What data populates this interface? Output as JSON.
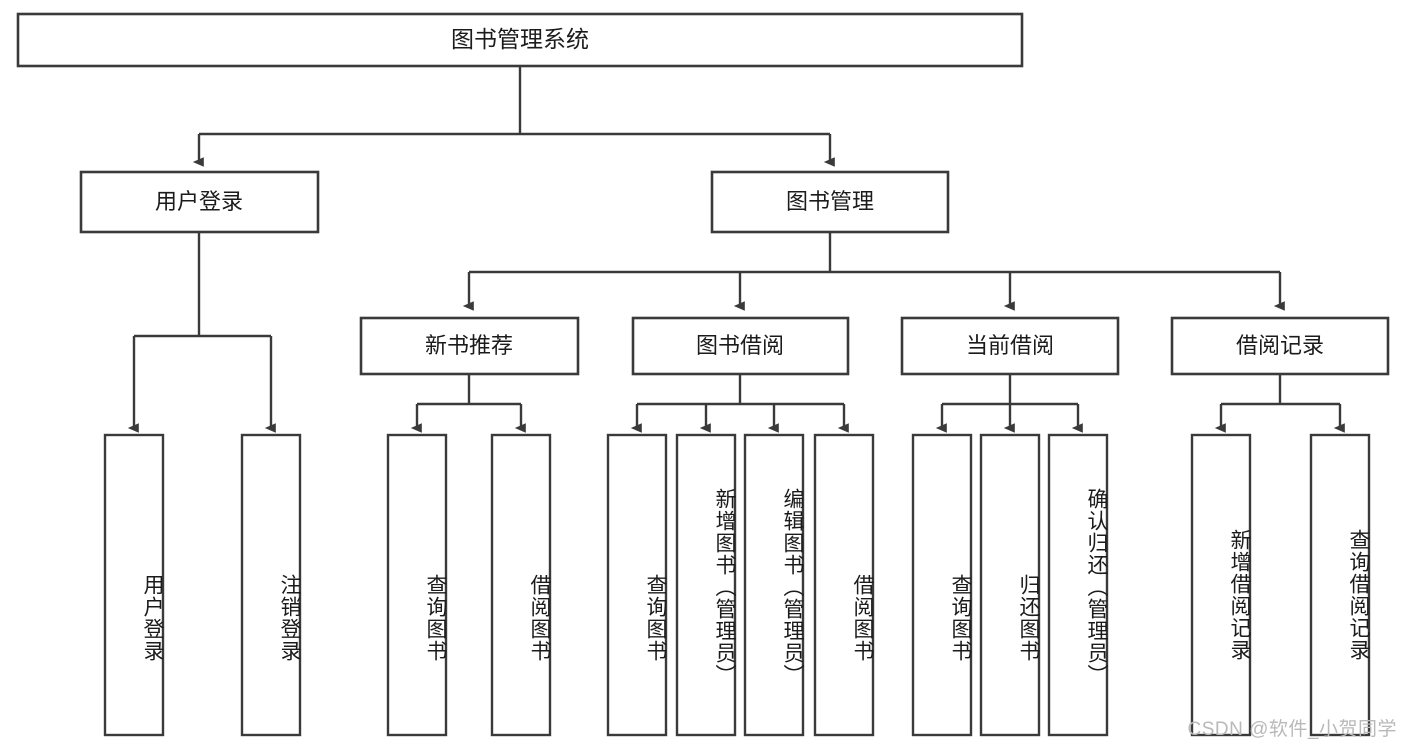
{
  "diagram": {
    "type": "tree-hierarchy",
    "title": "图书管理系统",
    "root": {
      "label": "图书管理系统",
      "id": "root-system"
    },
    "level1": [
      {
        "id": "user-login",
        "label": "用户登录"
      },
      {
        "id": "book-management",
        "label": "图书管理"
      }
    ],
    "level2": [
      {
        "id": "new-book-recommend",
        "label": "新书推荐",
        "parent": "book-management"
      },
      {
        "id": "book-borrow",
        "label": "图书借阅",
        "parent": "book-management"
      },
      {
        "id": "current-borrow",
        "label": "当前借阅",
        "parent": "book-management"
      },
      {
        "id": "borrow-record",
        "label": "借阅记录",
        "parent": "book-management"
      }
    ],
    "leaves": {
      "user_login": [
        {
          "id": "leaf-user-login",
          "label": "用户登录"
        },
        {
          "id": "leaf-logout-login",
          "label": "注销登录"
        }
      ],
      "new_book_recommend": [
        {
          "id": "leaf-query-book-1",
          "label": "查询图书"
        },
        {
          "id": "leaf-borrow-book-1",
          "label": "借阅图书"
        }
      ],
      "book_borrow": [
        {
          "id": "leaf-query-book-2",
          "label": "查询图书"
        },
        {
          "id": "leaf-add-book",
          "label": "新增图书（管理员）"
        },
        {
          "id": "leaf-edit-book",
          "label": "编辑图书（管理员）"
        },
        {
          "id": "leaf-borrow-book-2",
          "label": "借阅图书"
        }
      ],
      "current_borrow": [
        {
          "id": "leaf-query-book-3",
          "label": "查询图书"
        },
        {
          "id": "leaf-return-book",
          "label": "归还图书"
        },
        {
          "id": "leaf-confirm-return",
          "label": "确认归还（管理员）"
        }
      ],
      "borrow_record": [
        {
          "id": "leaf-add-record",
          "label": "新增借阅记录"
        },
        {
          "id": "leaf-query-record",
          "label": "查询借阅记录"
        }
      ]
    },
    "colors": {
      "stroke": "#3a3a3a",
      "box_fill": "#ffffff",
      "text": "#1b1b1b",
      "background": "#ffffff",
      "watermark": "#b9b9b9"
    }
  },
  "watermark": {
    "text": "CSDN @软件_小贺同学"
  }
}
